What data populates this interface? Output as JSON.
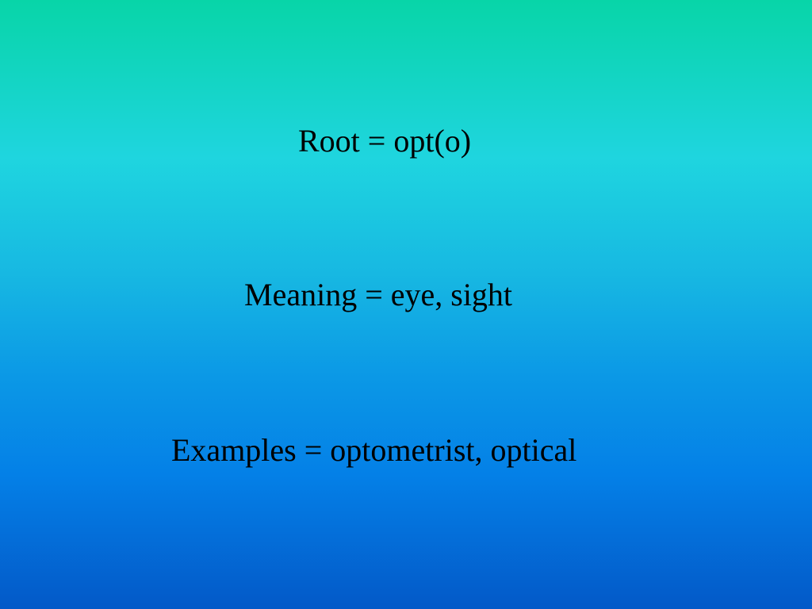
{
  "slide": {
    "lines": [
      "Root = opt(o)",
      "Meaning = eye, sight",
      "Examples = optometrist, optical"
    ],
    "colors": {
      "gradient_top": "#08d5a8",
      "gradient_bottom": "#0359c8",
      "text": "#000000"
    }
  }
}
